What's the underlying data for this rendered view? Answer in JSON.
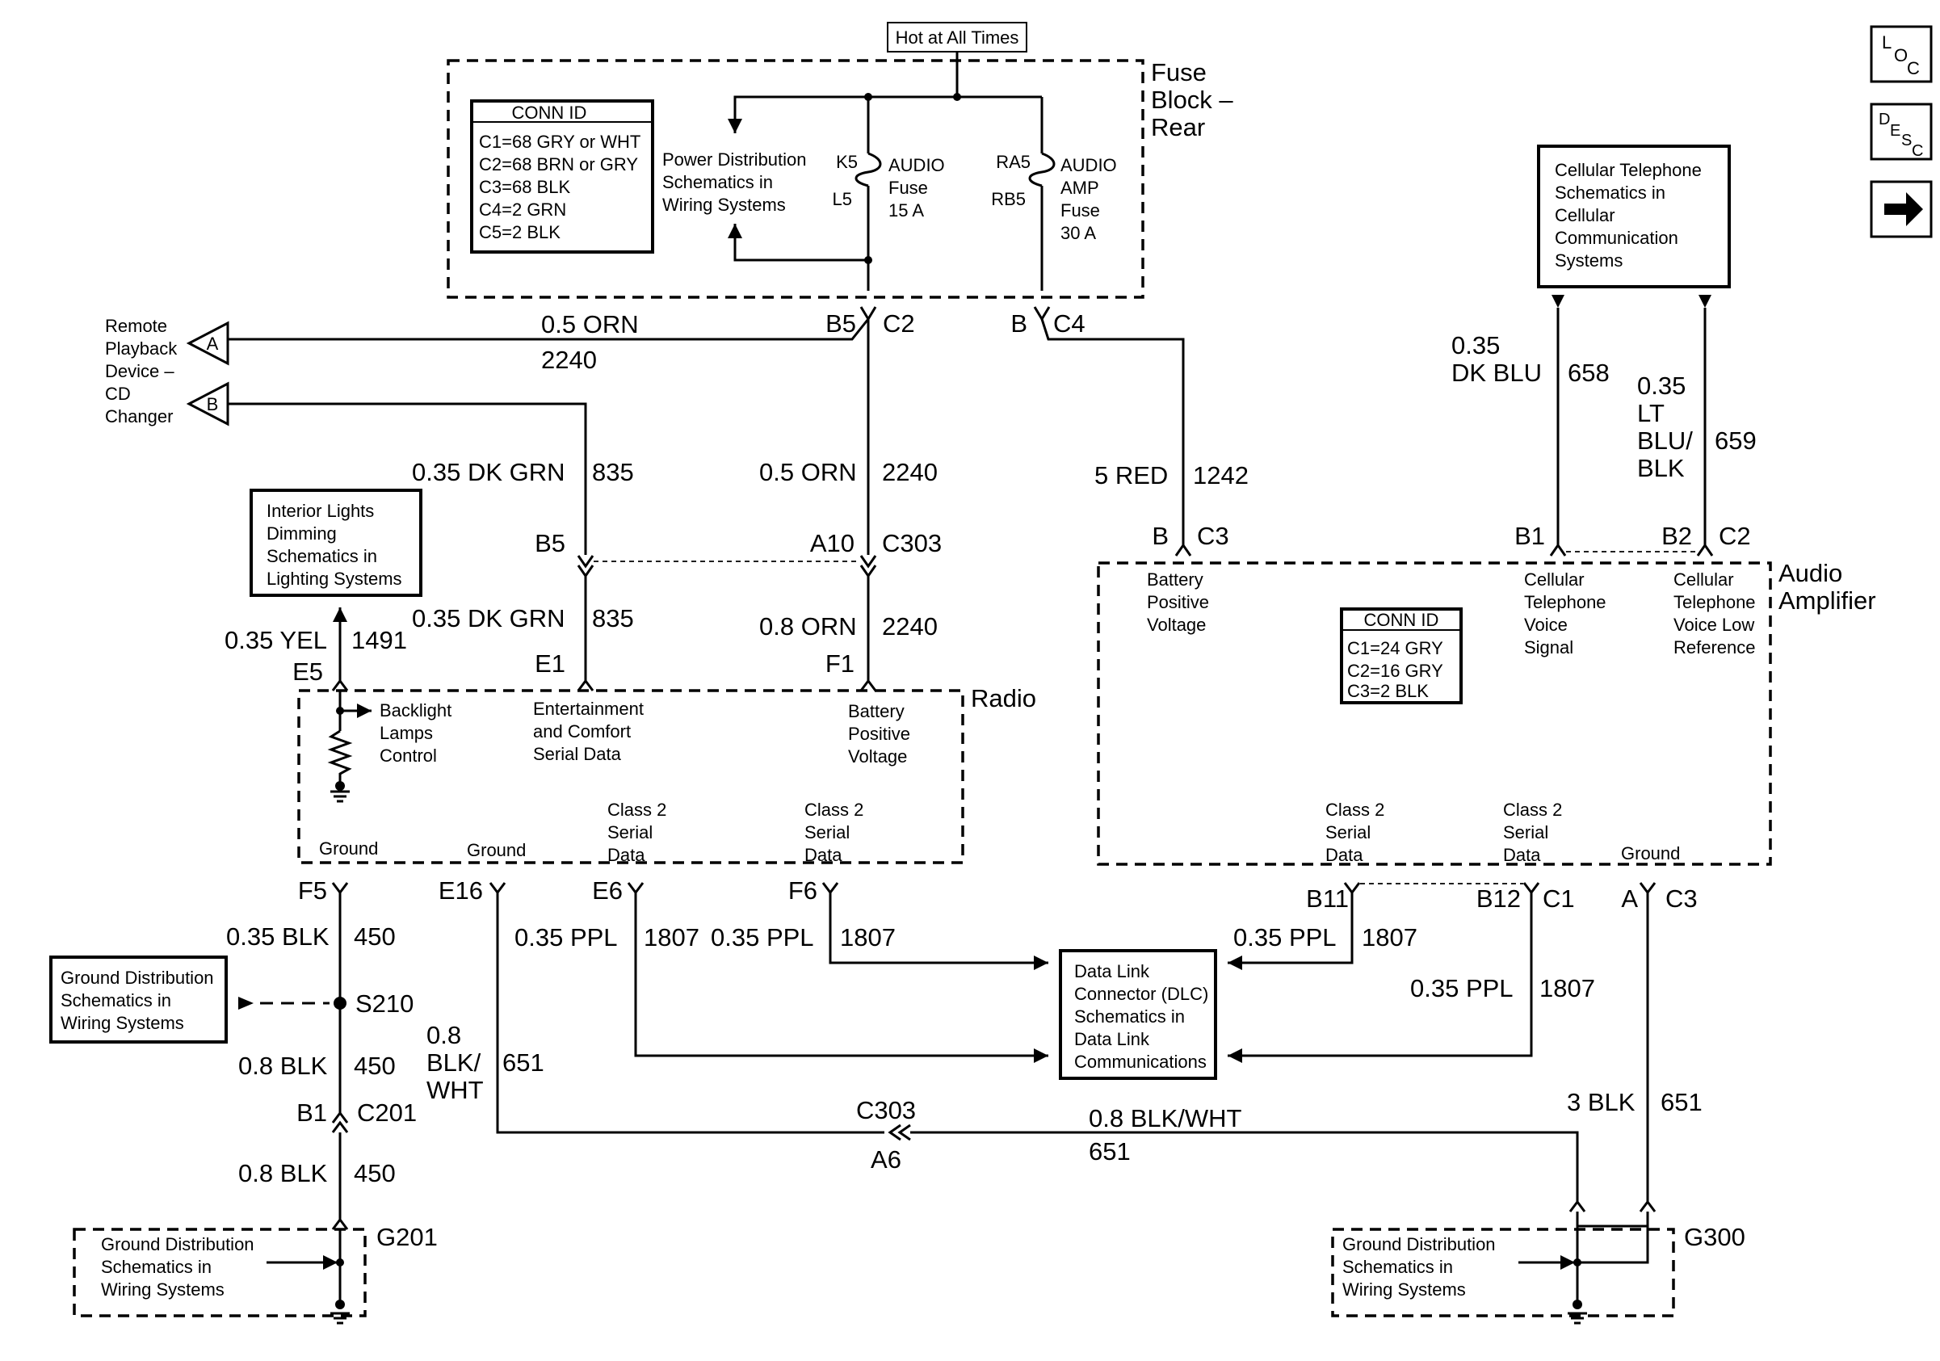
{
  "header": {
    "hot_label": "Hot at All Times"
  },
  "nav_buttons": {
    "loc_icon": "loc-icon",
    "desc_icon": "desc-icon",
    "next_icon": "arrow-right-icon"
  },
  "fuse_block": {
    "title_lines": [
      "Fuse",
      "Block –",
      "Rear"
    ],
    "conn_id": {
      "title": "CONN ID",
      "rows": [
        "C1=68 GRY or WHT",
        "C2=68 BRN or GRY",
        "C3=68 BLK",
        "C4=2 GRN",
        "C5=2 BLK"
      ]
    },
    "power_ref_lines": [
      "Power Distribution",
      "Schematics in",
      "Wiring Systems"
    ],
    "audio_fuse": {
      "top_pin": "K5",
      "bottom_pin": "L5",
      "lines": [
        "AUDIO",
        "Fuse",
        "15 A"
      ]
    },
    "amp_fuse": {
      "top_pin": "RA5",
      "bottom_pin": "RB5",
      "lines": [
        "AUDIO",
        "AMP",
        "Fuse",
        "30 A"
      ]
    },
    "c2_pin": "B5",
    "c2_conn": "C2",
    "c4_pin": "B",
    "c4_conn": "C4"
  },
  "wires": {
    "orn_top": {
      "size": "0.5 ORN",
      "circuit": "2240"
    },
    "dkgrn_upper": {
      "size": "0.35 DK GRN",
      "circuit": "835"
    },
    "orn_mid": {
      "size": "0.5 ORN",
      "circuit": "2240"
    },
    "red": {
      "size": "5 RED",
      "circuit": "1242"
    },
    "dkblu": {
      "size_lines": [
        "0.35",
        "DK BLU"
      ],
      "circuit": "658"
    },
    "ltblu": {
      "size_lines": [
        "0.35",
        "LT",
        "BLU/",
        "BLK"
      ],
      "circuit": "659"
    },
    "dkgrn_lower": {
      "size": "0.35 DK GRN",
      "circuit": "835"
    },
    "orn_lower": {
      "size": "0.8 ORN",
      "circuit": "2240"
    },
    "yel": {
      "size": "0.35 YEL",
      "circuit": "1491"
    },
    "blk_top": {
      "size": "0.35 BLK",
      "circuit": "450"
    },
    "ppl_e6": {
      "size": "0.35 PPL",
      "circuit": "1807"
    },
    "ppl_f6": {
      "size": "0.35 PPL",
      "circuit": "1807"
    },
    "ppl_b11": {
      "size": "0.35 PPL",
      "circuit": "1807"
    },
    "ppl_b12": {
      "size": "0.35 PPL",
      "circuit": "1807"
    },
    "blk_mid": {
      "size": "0.8 BLK",
      "circuit": "450"
    },
    "blkwht_vert": {
      "size_lines": [
        "0.8",
        "BLK/",
        "WHT"
      ],
      "circuit": "651"
    },
    "blk_bottom": {
      "size": "0.8 BLK",
      "circuit": "450"
    },
    "blkwht_horiz": {
      "size": "0.8 BLK/WHT",
      "circuit": "651"
    },
    "blk3": {
      "size": "3 BLK",
      "circuit": "651"
    }
  },
  "remote": {
    "lines": [
      "Remote",
      "Playback",
      "Device –",
      "CD",
      "Changer"
    ],
    "tag_a": "A",
    "tag_b": "B"
  },
  "c303": {
    "pin_b5": "B5",
    "pin_a10": "A10",
    "conn": "C303"
  },
  "interior_lights_lines": [
    "Interior Lights",
    "Dimming",
    "Schematics in",
    "Lighting Systems"
  ],
  "radio": {
    "title": "Radio",
    "pin_e5": "E5",
    "pin_e1": "E1",
    "pin_f1": "F1",
    "backlight_lines": [
      "Backlight",
      "Lamps",
      "Control"
    ],
    "entertainment_lines": [
      "Entertainment",
      "and Comfort",
      "Serial Data"
    ],
    "battery_lines": [
      "Battery",
      "Positive",
      "Voltage"
    ],
    "ground1": "Ground",
    "ground2": "Ground",
    "class2_a": [
      "Class 2",
      "Serial",
      "Data"
    ],
    "class2_b": [
      "Class 2",
      "Serial",
      "Data"
    ],
    "pin_f5": "F5",
    "pin_e16": "E16",
    "pin_e6": "E6",
    "pin_f6": "F6"
  },
  "cellular_lines": [
    "Cellular Telephone",
    "Schematics in",
    "Cellular",
    "Communication",
    "Systems"
  ],
  "amplifier": {
    "title_lines": [
      "Audio",
      "Amplifier"
    ],
    "pin_b": "B",
    "conn_c3_top": "C3",
    "pin_b1": "B1",
    "pin_b2": "B2",
    "conn_c2": "C2",
    "battery_lines": [
      "Battery",
      "Positive",
      "Voltage"
    ],
    "cell_voice_lines": [
      "Cellular",
      "Telephone",
      "Voice",
      "Signal"
    ],
    "cell_low_lines": [
      "Cellular",
      "Telephone",
      "Voice Low",
      "Reference"
    ],
    "conn_id": {
      "title": "CONN ID",
      "rows": [
        "C1=24 GRY",
        "C2=16 GRY",
        "C3=2 BLK"
      ]
    },
    "class2_a": [
      "Class 2",
      "Serial",
      "Data"
    ],
    "class2_b": [
      "Class 2",
      "Serial",
      "Data"
    ],
    "ground": "Ground",
    "pin_b11": "B11",
    "pin_b12": "B12",
    "conn_c1": "C1",
    "pin_a": "A",
    "conn_c3": "C3"
  },
  "dlc_lines": [
    "Data Link",
    "Connector (DLC)",
    "Schematics in",
    "Data Link",
    "Communications"
  ],
  "ground_dist_top_lines": [
    "Ground Distribution",
    "Schematics in",
    "Wiring Systems"
  ],
  "splice": "S210",
  "c201": {
    "pin": "B1",
    "conn": "C201"
  },
  "c303_inline": {
    "conn": "C303",
    "pin": "A6"
  },
  "g201": {
    "label": "G201",
    "lines": [
      "Ground Distribution",
      "Schematics in",
      "Wiring Systems"
    ]
  },
  "g300": {
    "label": "G300",
    "lines": [
      "Ground Distribution",
      "Schematics in",
      "Wiring Systems"
    ]
  }
}
